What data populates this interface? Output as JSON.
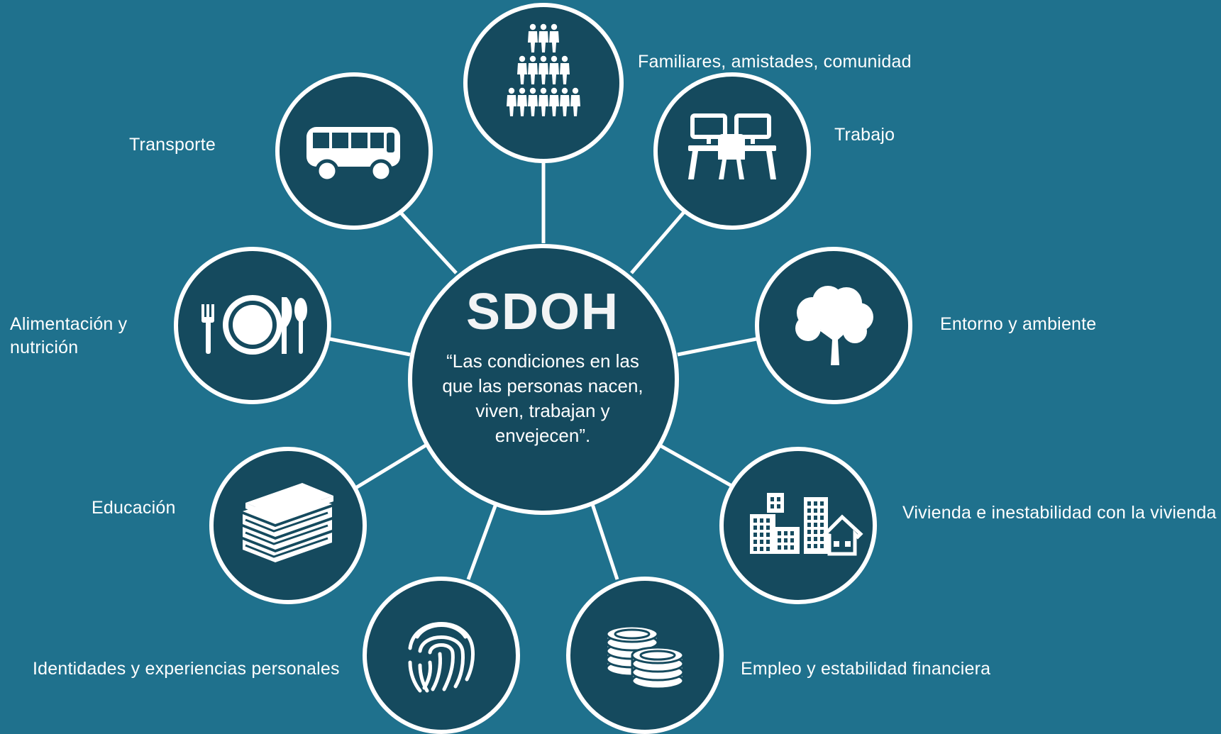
{
  "colors": {
    "background": "#1f718d",
    "node_fill": "#154a5e",
    "outline": "#ffffff",
    "icon": "#ffffff"
  },
  "hub": {
    "title": "SDOH",
    "quote": "“Las condiciones en las que las personas nacen, viven, trabajan y envejecen”."
  },
  "nodes": [
    {
      "id": "familiares",
      "label": "Familiares, amistades, comunidad",
      "icon": "people-pyramid-icon"
    },
    {
      "id": "trabajo",
      "label": "Trabajo",
      "icon": "workstation-icon"
    },
    {
      "id": "entorno",
      "label": "Entorno y ambiente",
      "icon": "tree-icon"
    },
    {
      "id": "vivienda",
      "label": "Vivienda e inestabilidad con la vivienda",
      "icon": "buildings-icon"
    },
    {
      "id": "empleo",
      "label": "Empleo y estabilidad financiera",
      "icon": "coins-icon"
    },
    {
      "id": "identidades",
      "label": "Identidades y experiencias personales",
      "icon": "fingerprint-icon"
    },
    {
      "id": "educacion",
      "label": "Educación",
      "icon": "books-icon"
    },
    {
      "id": "alimentacion",
      "label": "Alimentación y nutrición",
      "icon": "plate-cutlery-icon"
    },
    {
      "id": "transporte",
      "label": "Transporte",
      "icon": "bus-icon"
    }
  ]
}
